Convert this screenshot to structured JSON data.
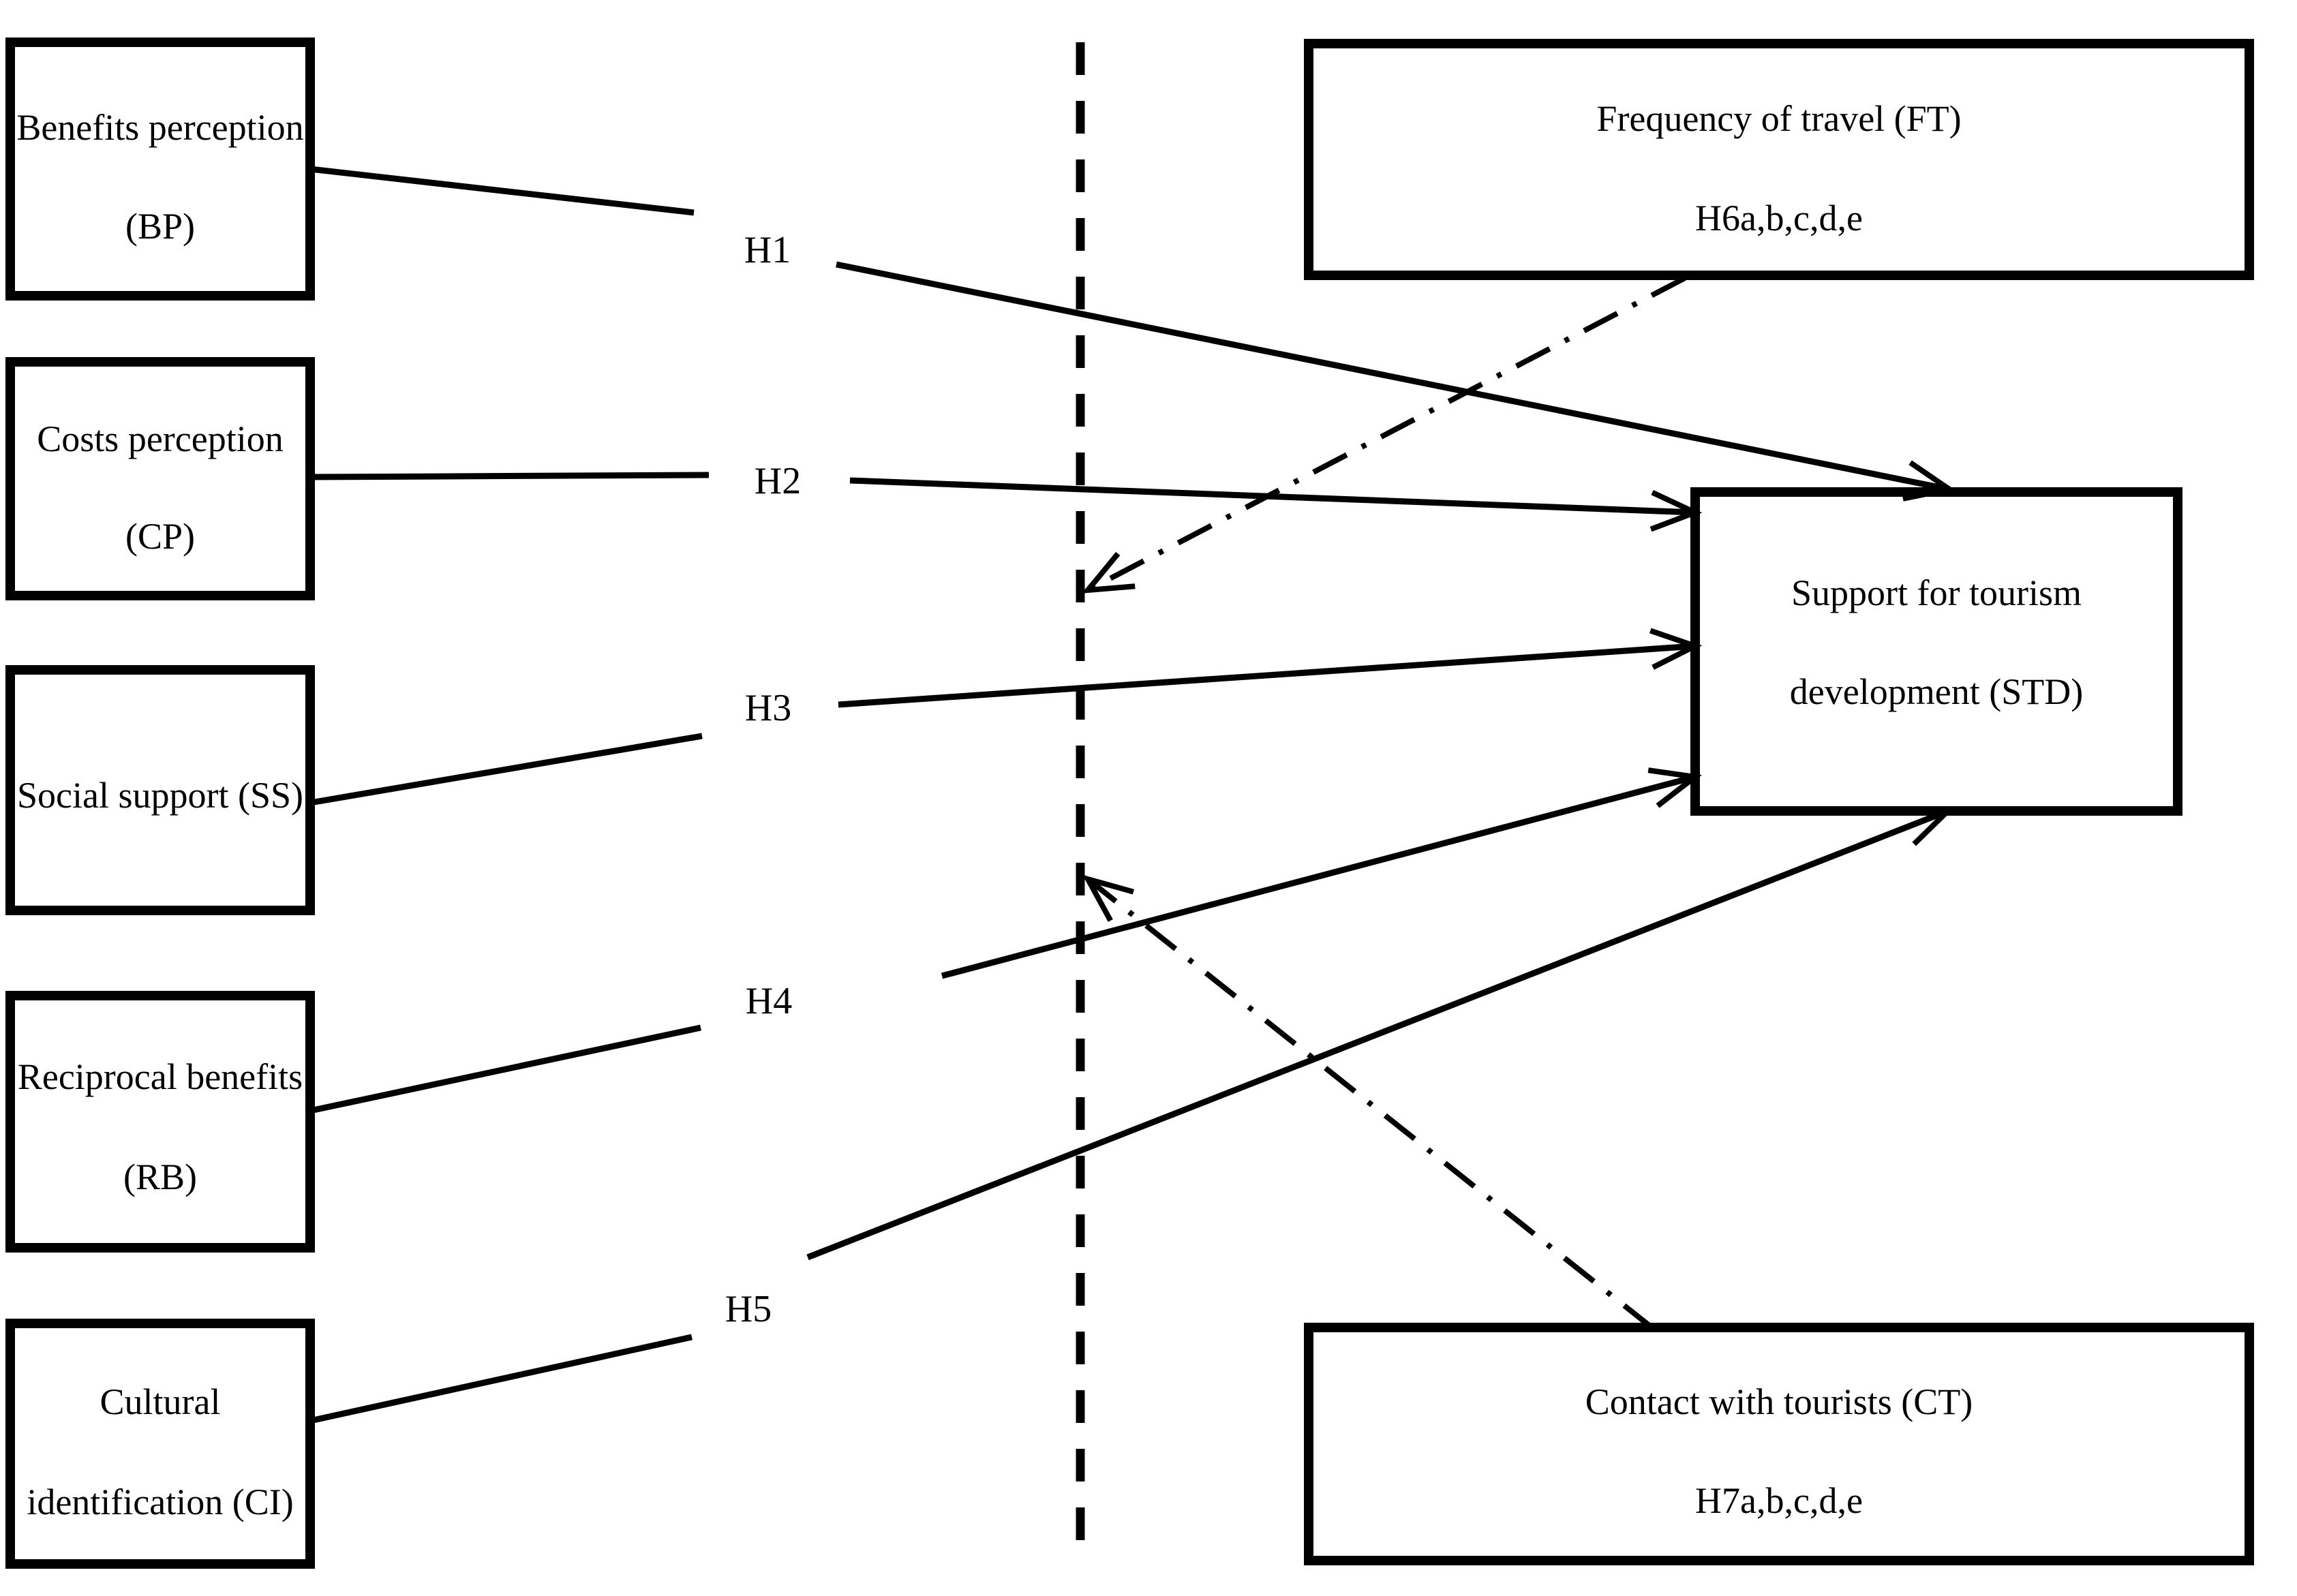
{
  "figure": {
    "type": "conceptual-model-diagram",
    "colors": {
      "background": "#ffffff",
      "ink": "#000000"
    },
    "constructs": {
      "bp": {
        "line1": "Benefits perception",
        "line2": "(BP)"
      },
      "cp": {
        "line1": "Costs perception",
        "line2": "(CP)"
      },
      "ss": {
        "line1": "Social support (SS)",
        "line2": ""
      },
      "rb": {
        "line1": "Reciprocal benefits",
        "line2": "(RB)"
      },
      "ci": {
        "line1": "Cultural",
        "line2": "identification (CI)"
      },
      "ft": {
        "line1": "Frequency of travel (FT)",
        "line2": "H6a,b,c,d,e"
      },
      "std": {
        "line1": "Support for tourism",
        "line2": "development (STD)"
      },
      "ct": {
        "line1": "Contact with tourists (CT)",
        "line2": "H7a,b,c,d,e"
      }
    },
    "hypothesis_labels": {
      "h1": "H1",
      "h2": "H2",
      "h3": "H3",
      "h4": "H4",
      "h5": "H5"
    },
    "arrows": [
      {
        "label": "H1",
        "from": "BP",
        "to": "STD",
        "style": "solid"
      },
      {
        "label": "H2",
        "from": "CP",
        "to": "STD",
        "style": "solid"
      },
      {
        "label": "H3",
        "from": "SS",
        "to": "STD",
        "style": "solid"
      },
      {
        "label": "H4",
        "from": "RB",
        "to": "STD",
        "style": "solid"
      },
      {
        "label": "H5",
        "from": "CI",
        "to": "STD",
        "style": "solid"
      },
      {
        "label": "H6a,b,c,d,e",
        "from": "FT",
        "to": "divider",
        "style": "dash-dot"
      },
      {
        "label": "H7a,b,c,d,e",
        "from": "CT",
        "to": "divider",
        "style": "dash-dot"
      }
    ],
    "divider": {
      "style": "dashed-vertical"
    }
  }
}
